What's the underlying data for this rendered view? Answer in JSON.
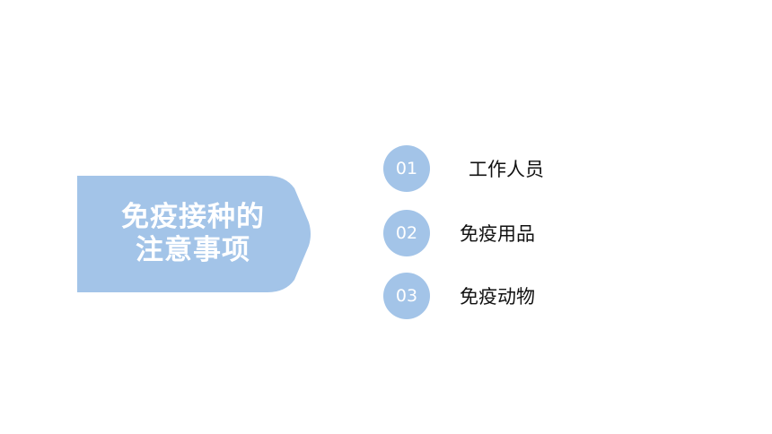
{
  "banner": {
    "line1": "免疫接种的",
    "line2": "注意事项",
    "color": "#a3c4e8"
  },
  "items": [
    {
      "number": "01",
      "label": "工作人员"
    },
    {
      "number": "02",
      "label": "免疫用品"
    },
    {
      "number": "03",
      "label": "免疫动物"
    }
  ],
  "colors": {
    "accent": "#a3c4e8",
    "text": "#111111",
    "background": "#ffffff"
  }
}
